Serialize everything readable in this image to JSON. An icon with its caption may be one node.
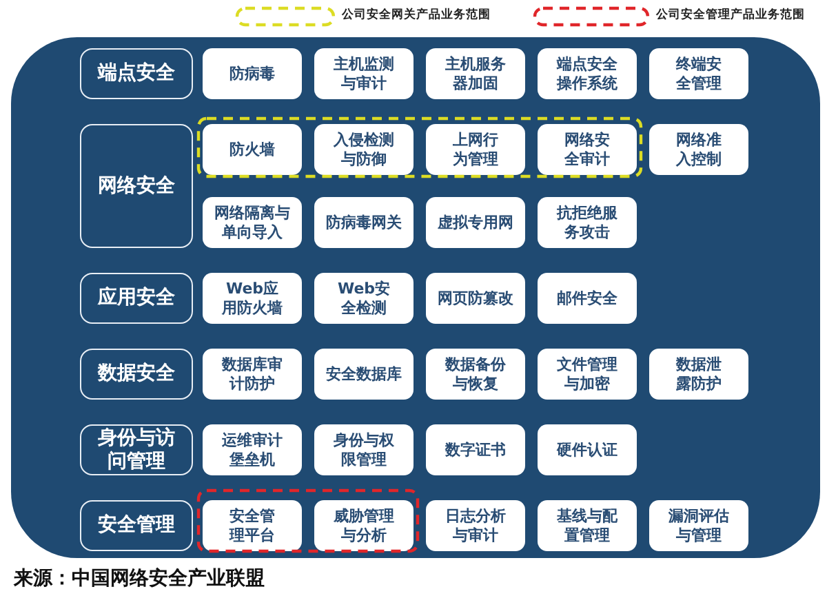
{
  "diagram": {
    "caption": "来源：中国网络安全产业联盟",
    "nodes": [
      {
        "text": [],
        "shape": "box"
      },
      {
        "text": [
          "端点安全"
        ],
        "in": 0
      },
      {
        "text": [
          "防病毒"
        ],
        "in": 0
      },
      {
        "text": [
          "主机监测与审计"
        ],
        "in": 0
      },
      {
        "text": [
          "主机服务器加固"
        ],
        "in": 0
      },
      {
        "text": [
          "端点安全操作系统"
        ],
        "in": 0
      },
      {
        "text": [
          "终端安全管理"
        ],
        "in": 0
      },
      {
        "text": [
          "网络安全"
        ],
        "in": 0
      },
      {
        "text": [
          "防火墙"
        ],
        "in": 0
      },
      {
        "text": [
          "入侵检测与防御"
        ],
        "in": 0
      },
      {
        "text": [
          "上网行为管理"
        ],
        "in": 0
      },
      {
        "text": [
          "网络安全审计"
        ],
        "in": 0
      },
      {
        "text": [
          "网络准入控制"
        ],
        "in": 0
      },
      {
        "text": [
          "网络隔离与单向导入"
        ],
        "in": 0
      },
      {
        "text": [
          "防病毒网关"
        ],
        "in": 0
      },
      {
        "text": [
          "虚拟专用网"
        ],
        "in": 0
      },
      {
        "text": [
          "抗拒绝服务攻击"
        ],
        "in": 0
      },
      {
        "text": [
          "应用安全"
        ],
        "in": 0
      },
      {
        "text": [
          "Web应用防火墙"
        ],
        "in": 0
      },
      {
        "text": [
          "Web安全检测"
        ],
        "in": 0
      },
      {
        "text": [
          "网页防篡改"
        ],
        "in": 0
      },
      {
        "text": [
          "邮件安全"
        ],
        "in": 0
      },
      {
        "text": [
          "数据安全"
        ],
        "in": 0
      },
      {
        "text": [
          "数据库审计防护"
        ],
        "in": 0
      },
      {
        "text": [
          "安全数据库"
        ],
        "in": 0
      },
      {
        "text": [
          "数据备份与恢复"
        ],
        "in": 0
      },
      {
        "text": [
          "文件管理与加密"
        ],
        "in": 0
      },
      {
        "text": [
          "数据泄露防护"
        ],
        "in": 0
      },
      {
        "text": [
          "身份与访问管理"
        ],
        "in": 0
      },
      {
        "text": [
          "运维审计堡垒机"
        ],
        "in": 0
      },
      {
        "text": [
          "身份与权限管理"
        ],
        "in": 0
      },
      {
        "text": [
          "数字证书"
        ],
        "in": 0
      },
      {
        "text": [
          "硬件认证"
        ],
        "in": 0
      },
      {
        "text": [
          "安全管理"
        ],
        "in": 0
      },
      {
        "text": [
          "安全管理平台"
        ],
        "in": 0
      },
      {
        "text": [
          "威胁管理与分析"
        ],
        "in": 0
      },
      {
        "text": [
          "日志分析与审计"
        ],
        "in": 0
      },
      {
        "text": [
          "基线与配置管理"
        ],
        "in": 0
      },
      {
        "text": [
          "漏洞评估与管理"
        ],
        "in": 0
      }
    ],
    "legend": [
      {
        "text": "公司安全网关产品业务范围",
        "color": "#dcdc24"
      },
      {
        "text": "公司安全管理产品业务范围",
        "color": "#e0262a"
      }
    ]
  }
}
